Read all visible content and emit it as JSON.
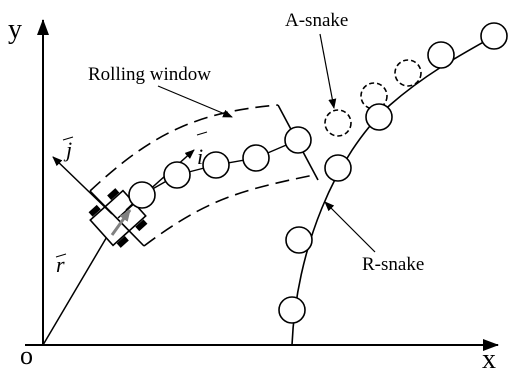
{
  "axes": {
    "y_label": "y",
    "x_label": "x",
    "origin_label": "o"
  },
  "vectors": {
    "r_label": "r",
    "j_label": "j",
    "i_label": "i"
  },
  "labels": {
    "rolling_window": "Rolling window",
    "a_snake": "A-snake",
    "r_snake": "R-snake"
  }
}
